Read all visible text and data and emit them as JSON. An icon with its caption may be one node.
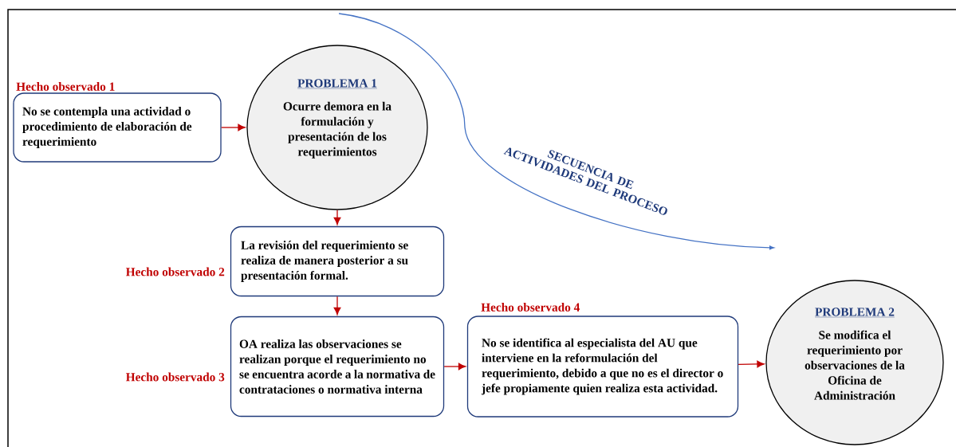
{
  "diagram": {
    "nodes": [
      {
        "text": [
          "No se contempla una actividad o procedimiento de elaboración de requerimiento"
        ],
        "beside": [
          "Hecho observado 1"
        ]
      },
      {
        "text": [
          "PROBLEMA 1",
          "Ocurre demora en la formulación y presentación de los requerimientos"
        ]
      },
      {
        "text": [
          "La revisión del requerimiento se realiza de manera posterior a su presentación formal."
        ],
        "beside": [
          "Hecho observado 2"
        ]
      },
      {
        "text": [
          "OA realiza las observaciones se realizan porque el requerimiento no se encuentra acorde a la normativa de contrataciones o normativa interna"
        ],
        "beside": [
          "Hecho observado 3"
        ]
      },
      {
        "text": [
          "No se identifica al especialista del AU que interviene en la reformulación del requerimiento, debido a que no es el director o jefe propiamente quien realiza esta actividad."
        ],
        "beside": [
          "Hecho observado 4"
        ]
      },
      {
        "text": [
          "PROBLEMA 2",
          "Se modifica el requerimiento por observaciones de la Oficina de Administración"
        ]
      }
    ],
    "edges": [
      {
        "from": 0,
        "to": 1,
        "arrow": "to"
      },
      {
        "from": 1,
        "to": 2,
        "arrow": "to"
      },
      {
        "from": 2,
        "to": 3,
        "arrow": "to"
      },
      {
        "from": 3,
        "to": 4,
        "arrow": "to"
      },
      {
        "from": 4,
        "to": 5,
        "arrow": "to"
      }
    ],
    "labels": [
      "SECUENCIA DE ACTIVIDADES DEL PROCESO"
    ]
  }
}
